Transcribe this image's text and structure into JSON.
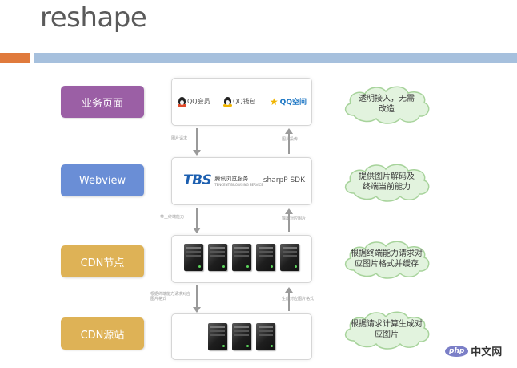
{
  "title": "reshape",
  "colors": {
    "accent_orange": "#e07a3c",
    "accent_blue": "#a6c0dd",
    "layer_purple": "#9b5fa5",
    "layer_blue": "#6a8ed6",
    "layer_gold": "#deb256",
    "cloud_fill": "#e2f3de",
    "cloud_stroke": "#a7d39b"
  },
  "layers": [
    {
      "label": "业务页面"
    },
    {
      "label": "Webview"
    },
    {
      "label": "CDN节点"
    },
    {
      "label": "CDN源站"
    }
  ],
  "panels": {
    "business": {
      "qq_member": "QQ会员",
      "qq_wallet": "QQ钱包",
      "qq_space": "QQ空间"
    },
    "webview": {
      "tbs_logo": "TBS",
      "tbs_name": "腾讯浏览服务",
      "tbs_en": "TENCENT BROWSING SERVICE",
      "sdk": "sharpP SDK"
    },
    "cdn_node": {
      "server_count": 5
    },
    "cdn_origin": {
      "server_count": 3
    }
  },
  "arrows": {
    "a1_down": "图片请求",
    "a1_up": "图片投传",
    "a2_down": "带上终端能力",
    "a2_up": "输出对应图片",
    "a3_down": "根据终端能力请求对应图片格式",
    "a3_up": "生成对应图片格式"
  },
  "clouds": [
    {
      "text": "透明接入，无需\n改造"
    },
    {
      "text": "提供图片解码及\n终端当前能力"
    },
    {
      "text": "根据终端能力请求对\n应图片格式并缓存"
    },
    {
      "text": "根据请求计算生成对\n应图片"
    }
  ],
  "watermark": {
    "logo": "php",
    "text": "中文网"
  }
}
